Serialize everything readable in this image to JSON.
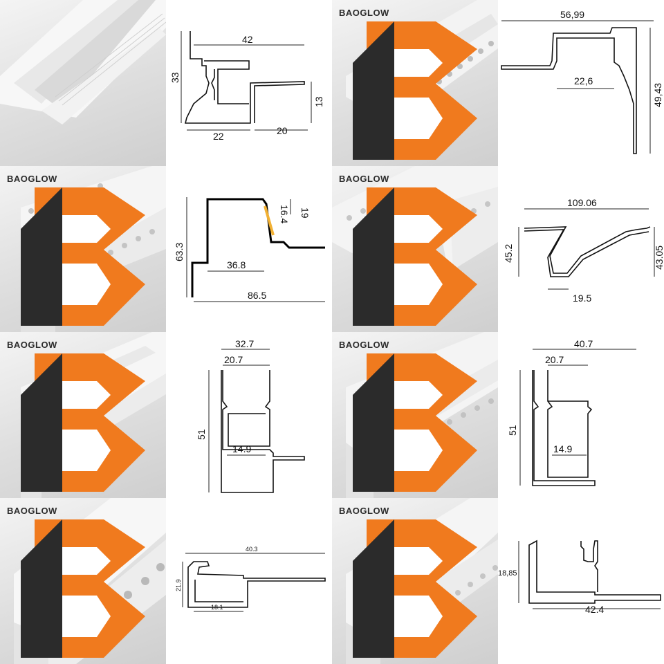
{
  "brand": {
    "name": "BAOGLOW"
  },
  "panels": [
    {
      "kind": "photo",
      "show_logo": false,
      "icon": "profile-photo"
    },
    {
      "kind": "drawing",
      "dims": [
        "42",
        "33",
        "13",
        "22",
        "20"
      ]
    },
    {
      "kind": "photo",
      "show_logo": true,
      "icon": "profile-photo"
    },
    {
      "kind": "drawing",
      "dims": [
        "56,99",
        "22,6",
        "49,43"
      ]
    },
    {
      "kind": "photo",
      "show_logo": true,
      "icon": "profile-photo"
    },
    {
      "kind": "drawing",
      "dims": [
        "19",
        "16.4",
        "63.3",
        "36.8",
        "86.5"
      ]
    },
    {
      "kind": "photo",
      "show_logo": true,
      "icon": "profile-photo"
    },
    {
      "kind": "drawing",
      "dims": [
        "109.06",
        "45.2",
        "43.05",
        "19.5"
      ]
    },
    {
      "kind": "photo",
      "show_logo": true,
      "icon": "profile-photo"
    },
    {
      "kind": "drawing",
      "dims": [
        "32.7",
        "20.7",
        "51",
        "14.9"
      ]
    },
    {
      "kind": "photo",
      "show_logo": true,
      "icon": "profile-photo"
    },
    {
      "kind": "drawing",
      "dims": [
        "40.7",
        "20.7",
        "51",
        "14.9"
      ]
    },
    {
      "kind": "photo",
      "show_logo": true,
      "icon": "profile-photo"
    },
    {
      "kind": "drawing",
      "dims": [
        "40.3",
        "21.9",
        "18.1"
      ]
    },
    {
      "kind": "photo",
      "show_logo": true,
      "icon": "profile-photo"
    },
    {
      "kind": "drawing",
      "dims": [
        "18,85",
        "42.4"
      ]
    }
  ],
  "colors": {
    "logo_orange": "#f07a1e",
    "logo_dark": "#2b2b2b",
    "led_strip": "#f2b134"
  }
}
